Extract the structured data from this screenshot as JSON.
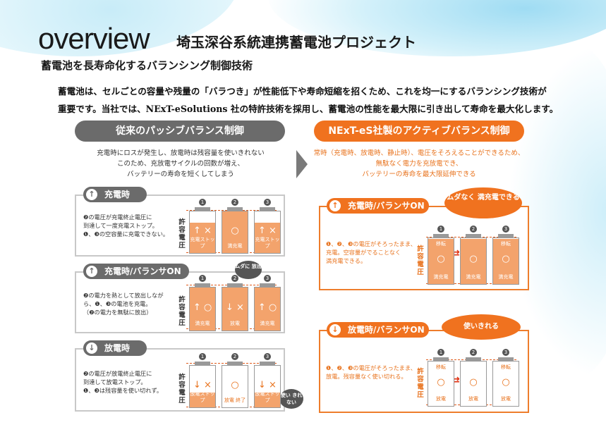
{
  "header": {
    "title": "overview",
    "subtitle": "埼玉深谷系統連携蓄電池プロジェクト",
    "tagline": "蓄電池を長寿命化するバランシング制御技術"
  },
  "intro": {
    "line1": "蓄電池は、セルごとの容量や残量の「バラつき」が性能低下や寿命短縮を招くため、これを均一にするバランシング技術が",
    "line2": "重要です。当社では、NExT-eSolutions 社の特許技術を採用し、蓄電池の性能を最大限に引き出して寿命を最大化します。"
  },
  "left": {
    "heading": "従来のパッシブバランス制御",
    "desc1": "充電時にロスが発生し、放電時は残容量を使いきれない",
    "desc2": "このため、充放電サイクルの回数が増え、",
    "desc3": "バッテリーの寿命を短くしてしまう",
    "vlabel": "許容電圧",
    "card1": {
      "tag": "充電時",
      "icon": "up-arrow-icon",
      "note1": "❷の電圧が充電終止電圧に",
      "note2": "到達して一度充電ストップ。",
      "note3": "❶、❸の空容量に充電できない。",
      "batteries": [
        {
          "num": "1",
          "label": "充電ストップ",
          "symbol": "↑ ×",
          "level": 0.7
        },
        {
          "num": "2",
          "label": "満充電",
          "symbol": "○",
          "level": 1.0
        },
        {
          "num": "3",
          "label": "充電ストップ",
          "symbol": "↑ ×",
          "level": 0.7
        }
      ]
    },
    "card2": {
      "tag": "充電時/バランサON",
      "icon": "up-arrow-icon",
      "note1": "❷の電力を熱として放出しなが",
      "note2": "ら、❶、❸の電池を充電。",
      "note3": "（❷の電力を無駄に放出）",
      "bubble": "ムダに 放出",
      "batteries": [
        {
          "num": "1",
          "label": "満充電",
          "symbol": "↑ ○",
          "level": 1.0
        },
        {
          "num": "2",
          "label": "放電",
          "symbol": "↓ ×",
          "level": 1.0
        },
        {
          "num": "3",
          "label": "満充電",
          "symbol": "↑ ○",
          "level": 1.0
        }
      ]
    },
    "card3": {
      "tag": "放電時",
      "icon": "down-arrow-icon",
      "note1": "❷の電圧が放電終止電圧に",
      "note2": "到達して放電ストップ。",
      "note3": "❶、❸は残容量を使い切れず。",
      "bubble": "使い きれない",
      "batteries": [
        {
          "num": "1",
          "label": "放電ストップ",
          "symbol": "↓ ×",
          "level": 0.35
        },
        {
          "num": "2",
          "label": "放電 終了",
          "symbol": "○",
          "level": 0.0
        },
        {
          "num": "3",
          "label": "放電ストップ",
          "symbol": "↓ ×",
          "level": 0.35
        }
      ]
    }
  },
  "right": {
    "heading": "NExT-eS社製のアクティブバランス制御",
    "desc1": "常時（充電時、放電時、静止時）、電圧をそろえることができるため、",
    "desc2": "無駄なく電力を充放電でき、",
    "desc3": "バッテリーの寿命を最大限延伸できる",
    "vlabel": "許容電圧",
    "card1": {
      "tag": "充電時/バランサON",
      "icon": "up-arrow-icon",
      "bubble": "ムダなく 満充電できる",
      "note1": "❶、❷、❸の電圧がそろったまま、",
      "note2": "充電。空容量がでることなく",
      "note3": "満充電できる。",
      "batteries": [
        {
          "num": "1",
          "label": "満充電",
          "top": "移転",
          "symbol": "○",
          "level": 0.95
        },
        {
          "num": "2",
          "label": "満充電",
          "top": "",
          "symbol": "○",
          "level": 0.95
        },
        {
          "num": "3",
          "label": "満充電",
          "top": "移転",
          "symbol": "○",
          "level": 0.95
        }
      ]
    },
    "card2": {
      "tag": "放電時/バランサON",
      "icon": "down-arrow-icon",
      "bubble": "使いきれる",
      "note1": "❶、❷、❸の電圧がそろったまま、",
      "note2": "放電。残容量なく使い切れる。",
      "batteries": [
        {
          "num": "1",
          "label": "放電",
          "top": "移転",
          "symbol": "○",
          "level": 0.0
        },
        {
          "num": "2",
          "label": "放電",
          "top": "",
          "symbol": "○",
          "level": 0.0
        },
        {
          "num": "3",
          "label": "放電",
          "top": "移転",
          "symbol": "○",
          "level": 0.0
        }
      ]
    }
  },
  "colors": {
    "orange": "#f0721f",
    "gray": "#6b6b6b",
    "fill": "#f3a36c"
  }
}
